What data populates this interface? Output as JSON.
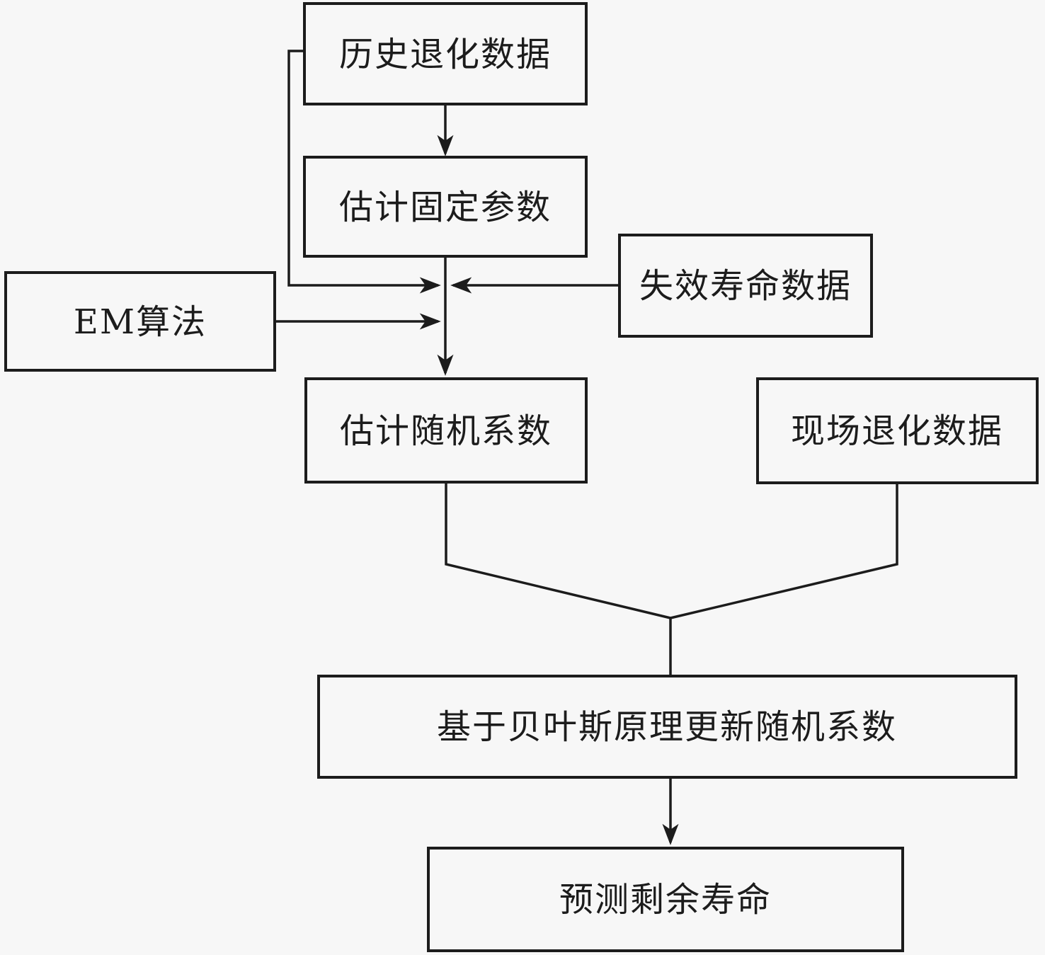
{
  "figure": {
    "type": "flowchart",
    "background_color": "#f7f7f7",
    "line_color": "#1c1c1c",
    "text_color": "#1c1c1c"
  },
  "nodes": {
    "historical": {
      "label": "历史退化数据"
    },
    "fixed_params": {
      "label": "估计固定参数"
    },
    "em": {
      "label": "EM算法"
    },
    "failure_life": {
      "label": "失效寿命数据"
    },
    "random_coef": {
      "label": "估计随机系数"
    },
    "field_degradation": {
      "label": "现场退化数据"
    },
    "bayes_update": {
      "label": "基于贝叶斯原理更新随机系数"
    },
    "predict_rul": {
      "label": "预测剩余寿命"
    }
  },
  "edges": [
    {
      "from": "历史退化数据",
      "to": "估计固定参数",
      "arrow": true
    },
    {
      "from": "历史退化数据",
      "to": "估计随机系数",
      "arrow": true,
      "via": "left-loop junction"
    },
    {
      "from": "失效寿命数据",
      "to": "估计随机系数",
      "arrow": true,
      "via": "junction"
    },
    {
      "from": "EM算法",
      "to": "估计随机系数",
      "arrow": true,
      "via": "junction"
    },
    {
      "from": "估计固定参数",
      "to": "估计随机系数",
      "arrow": true
    },
    {
      "from": "估计随机系数",
      "to": "基于贝叶斯原理更新随机系数",
      "arrow": false,
      "via": "merge-v"
    },
    {
      "from": "现场退化数据",
      "to": "基于贝叶斯原理更新随机系数",
      "arrow": false,
      "via": "merge-v"
    },
    {
      "from": "基于贝叶斯原理更新随机系数",
      "to": "预测剩余寿命",
      "arrow": true
    }
  ]
}
